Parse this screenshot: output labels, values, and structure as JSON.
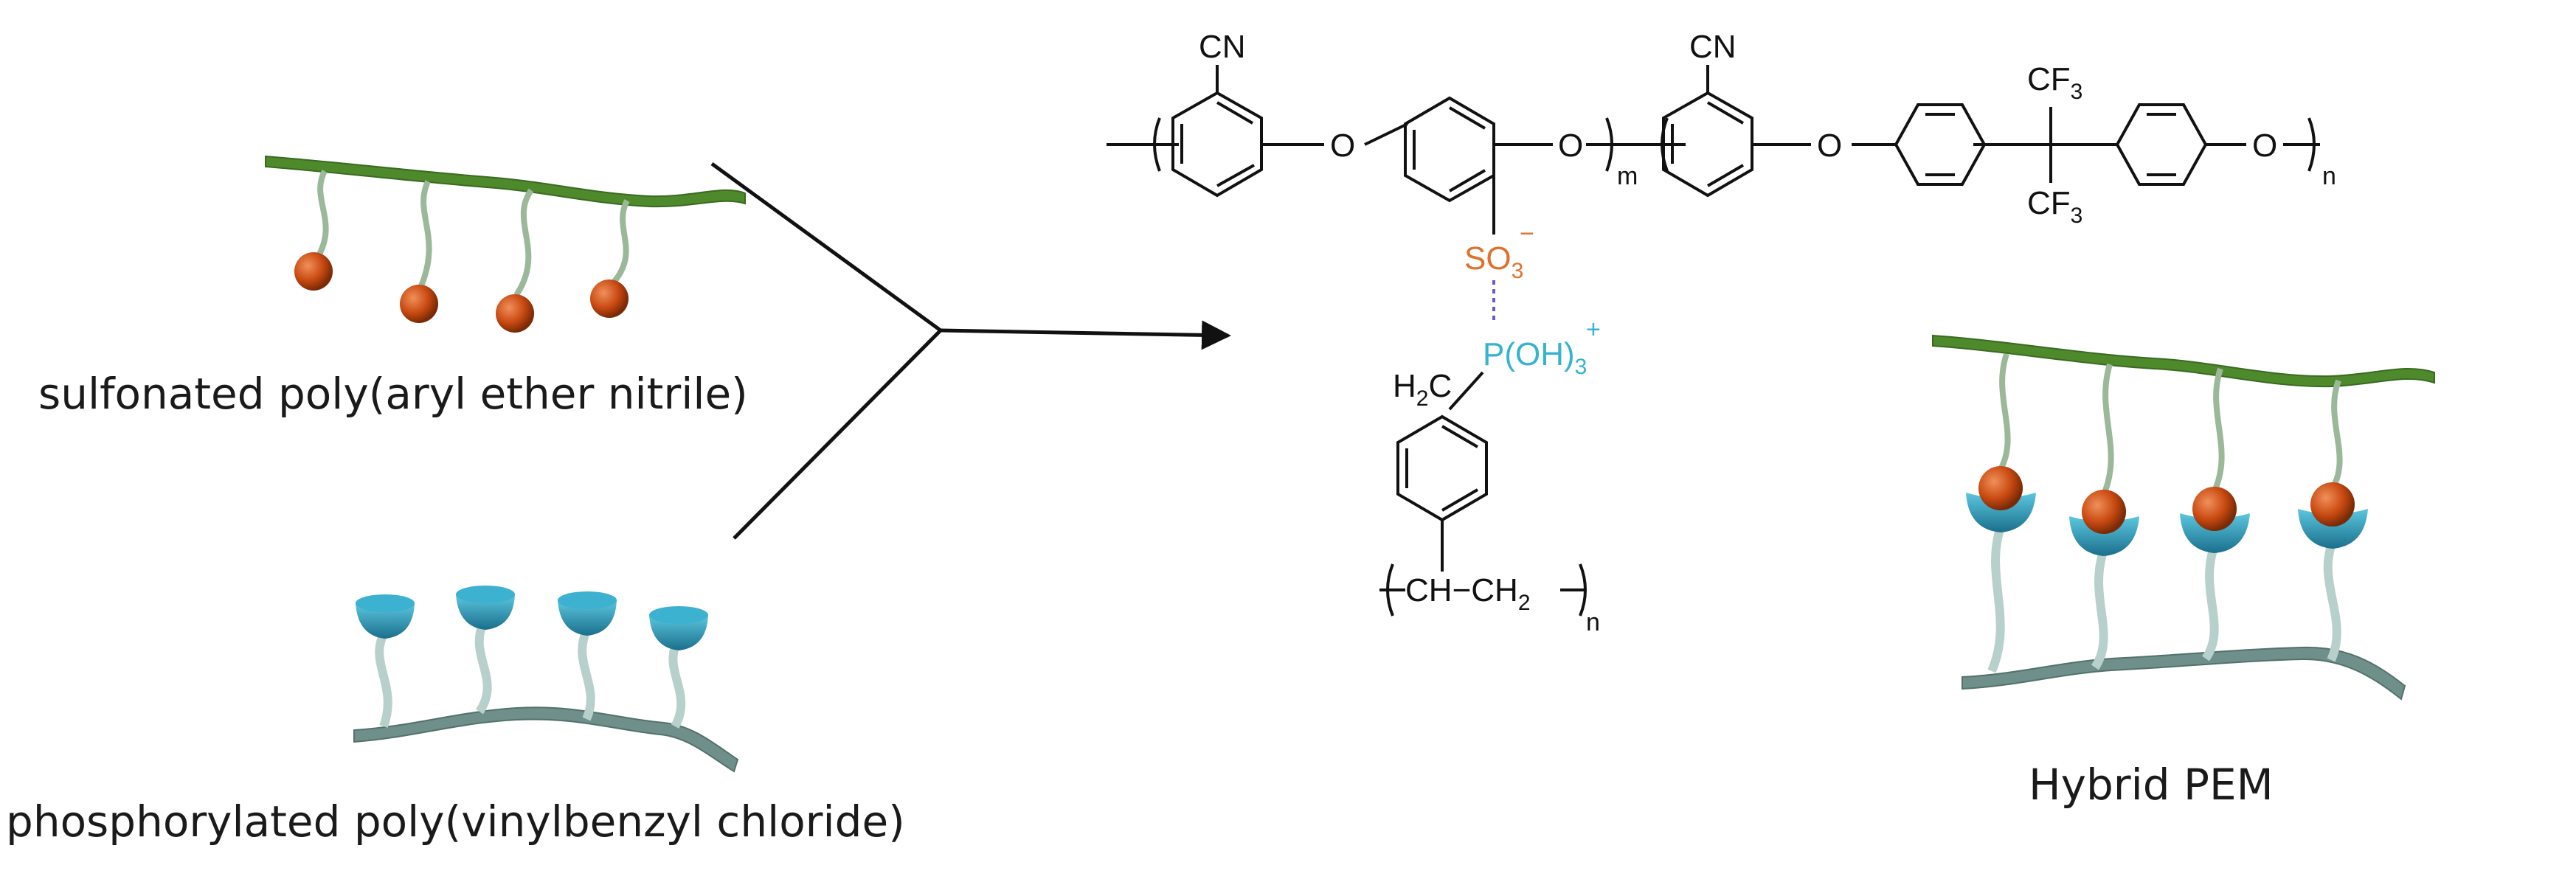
{
  "labels": {
    "spaen": "sulfonated poly(aryl ether nitrile)",
    "pvbc": "phosphorylated poly(vinylbenzyl chloride)",
    "hybrid": "Hybrid PEM"
  },
  "chem": {
    "cn": "CN",
    "o": "O",
    "sub_m": "m",
    "sub_n": "n",
    "cf": "CF",
    "f_sub": "3",
    "so": "SO",
    "so_sub": "3",
    "so_charge": "−",
    "p_oh": "P(OH)",
    "p_sub": "3",
    "p_charge": "+",
    "h2c": "H",
    "h2c_sub": "2",
    "h2c_c": "C",
    "backbone_ch": "CH",
    "backbone_dash": "−",
    "backbone_ch2": "CH",
    "backbone_sub": "2"
  },
  "colors": {
    "green_chain": "#4e8a2c",
    "red_ball": "#c94a12",
    "blue_cup": "#2a98b8",
    "gray_chain": "#6f8f8a",
    "so3": "#e0712c",
    "p_oh": "#36b3cf"
  }
}
